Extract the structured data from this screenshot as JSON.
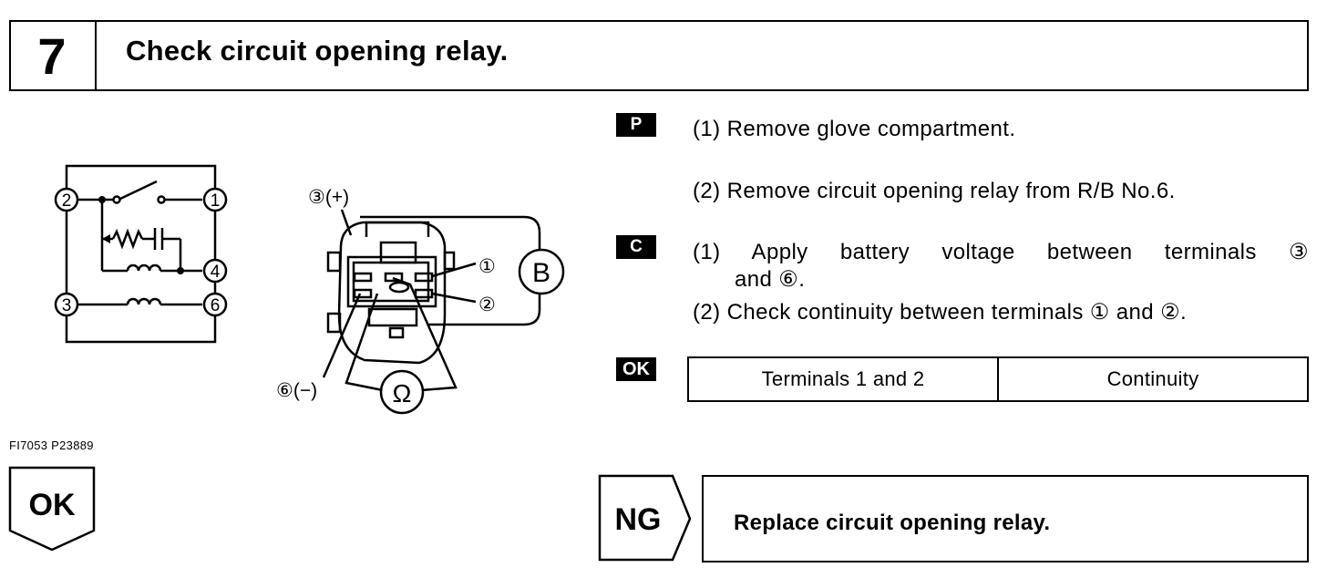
{
  "header": {
    "step_number": "7",
    "title": "Check circuit opening relay."
  },
  "badges": {
    "p": "P",
    "c": "C",
    "ok": "OK"
  },
  "steps": {
    "p1": "(1) Remove glove compartment.",
    "p2": "(2) Remove circuit opening relay from R/B No.6.",
    "c1_line1": "(1) Apply battery voltage between terminals ③",
    "c1_line2": "and ⑥.",
    "c2": "(2) Check continuity between terminals ① and ②."
  },
  "ok_table": {
    "terminals": "Terminals 1 and 2",
    "result": "Continuity"
  },
  "figure": {
    "code": "FI7053 P23889",
    "terminal_labels": {
      "t1": "1",
      "t2": "2",
      "t3": "3",
      "t4": "4",
      "t6": "6"
    },
    "connector_labels": {
      "t3_plus": "③(+)",
      "t6_minus": "⑥(−)",
      "t1": "①",
      "t2": "②",
      "battery": "B",
      "ohm": "Ω"
    }
  },
  "results": {
    "ok_label": "OK",
    "ng_label": "NG",
    "ng_action": "Replace circuit opening relay."
  }
}
